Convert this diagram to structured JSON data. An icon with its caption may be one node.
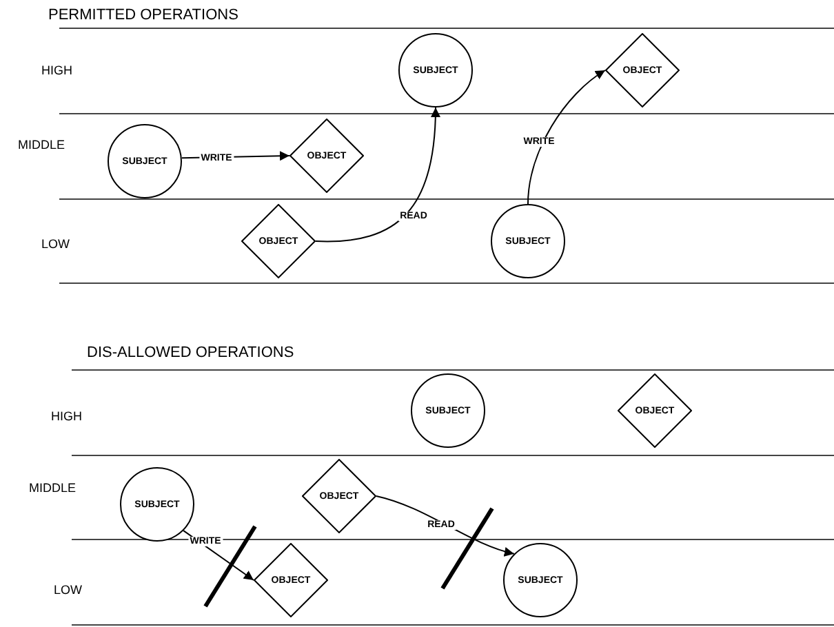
{
  "diagram": {
    "nodes": [
      {
        "text": [
          "SUBJECT"
        ]
      },
      {
        "text": [
          "OBJECT"
        ]
      },
      {
        "text": [
          "SUBJECT"
        ]
      },
      {
        "text": [
          "OBJECT"
        ]
      },
      {
        "text": [
          "OBJECT"
        ]
      },
      {
        "text": [
          "SUBJECT"
        ]
      },
      {
        "text": [
          "SUBJECT"
        ]
      },
      {
        "text": [
          "OBJECT"
        ]
      },
      {
        "text": [
          "SUBJECT"
        ]
      },
      {
        "text": [
          "OBJECT"
        ]
      },
      {
        "text": [
          "OBJECT"
        ]
      },
      {
        "text": [
          "SUBJECT"
        ]
      }
    ],
    "edges": [
      {
        "from": 2,
        "to": 3,
        "arrow": "to",
        "label": "WRITE"
      },
      {
        "from": 4,
        "to": 0,
        "arrow": "to",
        "label": "READ"
      },
      {
        "from": 5,
        "to": 1,
        "arrow": "to",
        "label": "WRITE"
      },
      {
        "from": 8,
        "to": 10,
        "arrow": "to",
        "label": "WRITE"
      },
      {
        "from": 9,
        "to": 11,
        "arrow": "to",
        "label": "READ"
      }
    ],
    "labels": [
      "PERMITTED OPERATIONS",
      "HIGH",
      "MIDDLE",
      "LOW",
      "DIS-ALLOWED OPERATIONS",
      "HIGH",
      "MIDDLE",
      "LOW"
    ]
  }
}
